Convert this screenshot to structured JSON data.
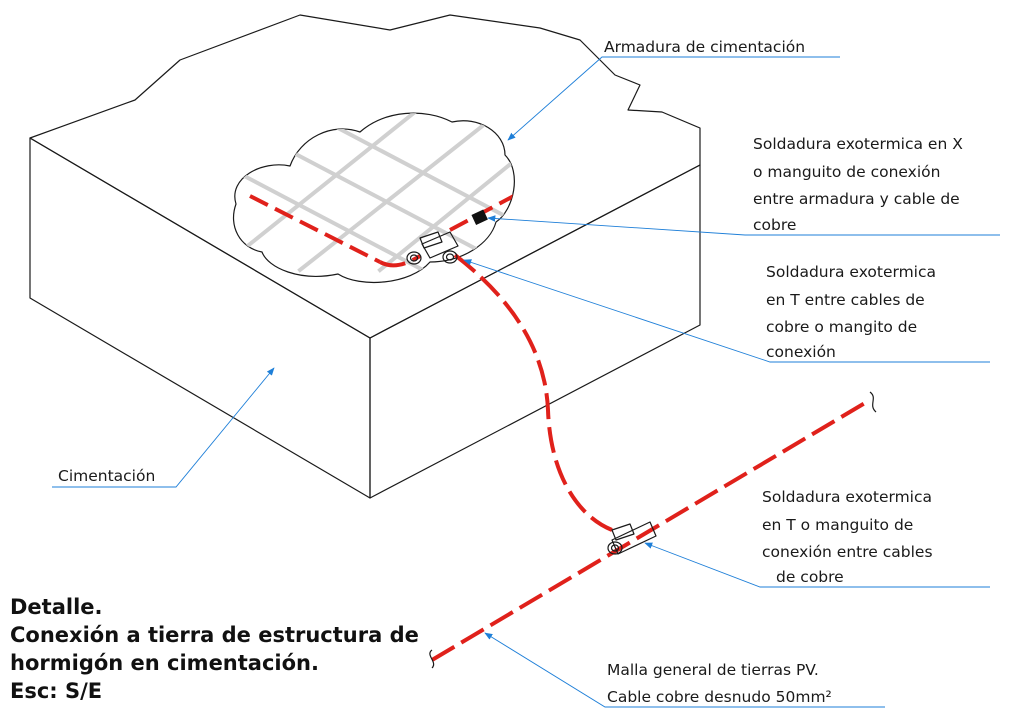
{
  "labels": {
    "armadura": "Armadura de cimentación",
    "soldadura_x": [
      "Soldadura exotermica en X",
      "o  manguito de conexión",
      "entre armadura y cable de",
      "cobre"
    ],
    "soldadura_t1": [
      "Soldadura exotermica",
      "en T   entre cables de",
      "cobre o mangito de",
      "conexión"
    ],
    "cimentacion": "Cimentación",
    "soldadura_t2": [
      "Soldadura exotermica",
      "en T  o manguito de",
      "conexión entre cables",
      "de cobre"
    ],
    "malla": [
      "Malla general de tierras PV.",
      "Cable cobre desnudo 50mm²"
    ]
  },
  "title": [
    "Detalle.",
    "Conexión a tierra de estructura de",
    "hormigón en cimentación.",
    "Esc: S/E"
  ],
  "colors": {
    "cable": "#e0211b",
    "leader": "#1e7fd8",
    "rebar": "#d0d0d0",
    "edges": "#1a1a1a"
  }
}
